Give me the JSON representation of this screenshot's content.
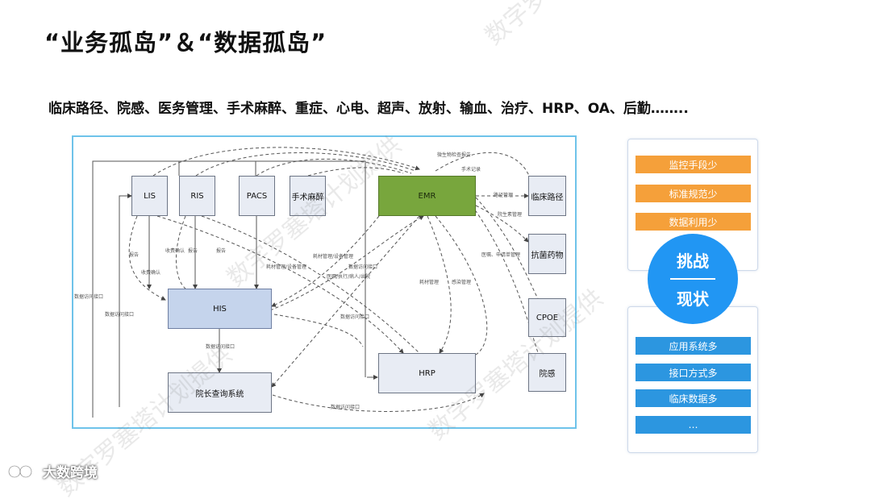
{
  "title": "“业务孤岛”＆“数据孤岛”",
  "subtitle": "临床路径、院感、医务管理、手术麻醉、重症、心电、超声、放射、输血、治疗、HRP、OA、后勤……..",
  "diagram": {
    "nodes": {
      "lis": "LIS",
      "ris": "RIS",
      "pacs": "PACS",
      "anesthesia": "手术麻醉",
      "emr": "EMR",
      "his": "HIS",
      "hrp": "HRP",
      "president_query": "院长查询系统",
      "clinical_path": "临床路径",
      "antibiotics": "抗菌药物",
      "cpoe": "CPOE",
      "infection": "院感"
    },
    "edge_labels": {
      "l1": "报告",
      "l2": "收费确认",
      "l3": "报告",
      "l4": "收费确认",
      "l5": "报告",
      "l6": "数据访问接口",
      "l7": "数据访问接口",
      "l8": "耗材管理/设备管理",
      "l9": "耗材管理/设备管理",
      "l10": "数据访问接口",
      "l11": "医嘱/执行/病人/出院",
      "l12": "耗材管理",
      "l13": "感染管理",
      "l14": "微生物检查报告",
      "l15": "手术记录",
      "l16": "路径管理",
      "l17": "院生素管理",
      "l18": "医嘱、申请单管理",
      "l19": "数据访问接口",
      "l20": "数据访问接口",
      "l21": "数据访问接口"
    }
  },
  "challenges": {
    "items": [
      "监控手段少",
      "标准规范少",
      "数据利用少"
    ]
  },
  "circle": {
    "top": "挑战",
    "bottom": "现状"
  },
  "status": {
    "items": [
      "应用系统多",
      "接口方式多",
      "临床数据多",
      "…"
    ]
  },
  "watermark": "数字罗塞塔计划提供",
  "brand": "大数跨境",
  "colors": {
    "frame": "#6ec3ea",
    "emr_fill": "#78a63d",
    "his_fill": "#c5d4ec",
    "challenge_bar": "#f5a03a",
    "status_bar": "#2c96e0",
    "circle": "#2196f3"
  }
}
